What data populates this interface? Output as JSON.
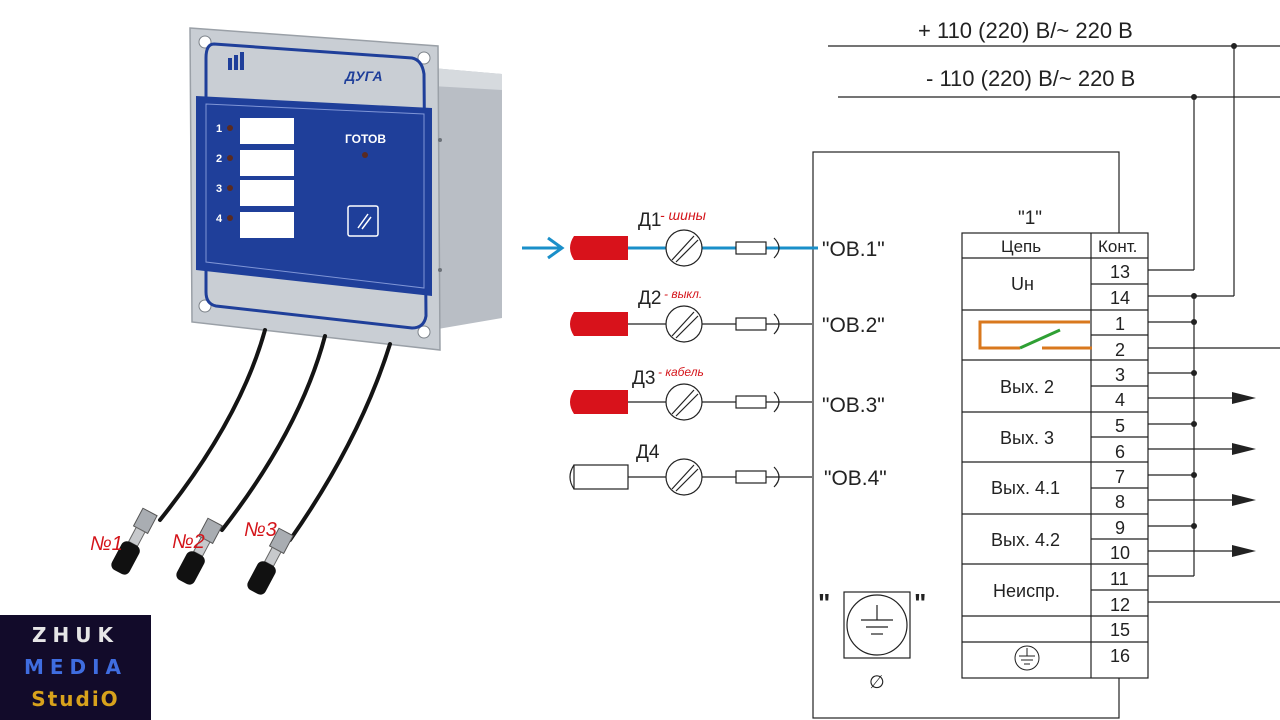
{
  "power": {
    "plus_label": "+ 110 (220) В/~ 220 В",
    "minus_label": "- 110 (220) В/~ 220 В"
  },
  "device": {
    "name": "ДУГА",
    "ready_label": "ГОТОВ",
    "channel_numbers": [
      "1",
      "2",
      "3",
      "4"
    ]
  },
  "handwritten": {
    "sensor_numbers": [
      "№1",
      "№2",
      "№3"
    ],
    "d1_note": "- шины",
    "d2_note": "- выкл.",
    "d3_note": "- кабель"
  },
  "sensors": [
    {
      "id": "Д1",
      "output": "\"ОВ.1\"",
      "fiber_color": "#d8121b",
      "active": true
    },
    {
      "id": "Д2",
      "output": "\"ОВ.2\"",
      "fiber_color": "#d8121b",
      "active": false
    },
    {
      "id": "Д3",
      "output": "\"ОВ.3\"",
      "fiber_color": "#d8121b",
      "active": false
    },
    {
      "id": "Д4",
      "output": "\"ОВ.4\"",
      "fiber_color": "#ffffff",
      "active": false
    }
  ],
  "ground_block": {
    "quote_left": "\"",
    "quote_right": "\"",
    "diameter_symbol": "∅"
  },
  "terminal": {
    "block_label": "\"1\"",
    "col_circuit": "Цепь",
    "col_contact": "Конт.",
    "circuits": [
      "Uн",
      "",
      "Вых. 2",
      "Вых. 3",
      "Вых. 4.1",
      "Вых. 4.2",
      "Неиспр.",
      "",
      ""
    ],
    "contacts": [
      "13",
      "14",
      "1",
      "2",
      "3",
      "4",
      "5",
      "6",
      "7",
      "8",
      "9",
      "10",
      "11",
      "12",
      "15",
      "16"
    ]
  },
  "watermark": {
    "line1": "ZHUK",
    "line2": "MEDIA",
    "line3": "StudiO"
  },
  "colors": {
    "device_blue": "#1f3f9a",
    "device_gray": "#c8cdd3",
    "fiber_blue": "#1a8fc9",
    "relay_orange": "#d9781e",
    "relay_green": "#2fa034",
    "annotation_red": "#d4141a"
  }
}
